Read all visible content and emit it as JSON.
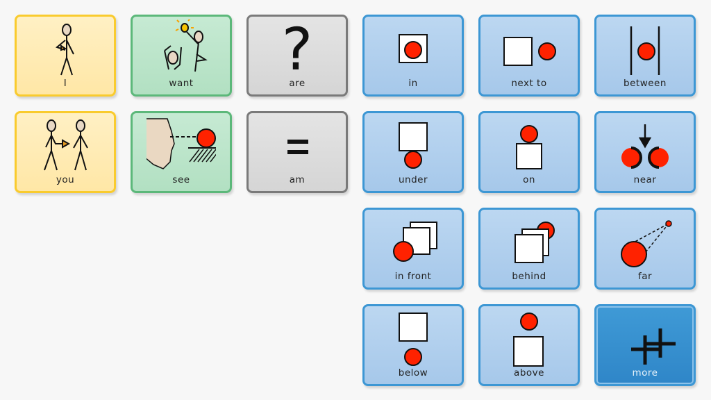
{
  "board": {
    "tiles": [
      {
        "label": "I",
        "category": "pronoun",
        "icon": "person-pointing-self-icon"
      },
      {
        "label": "want",
        "category": "verb",
        "icon": "want-icon"
      },
      {
        "label": "are",
        "category": "other",
        "icon": "question-mark-icon"
      },
      {
        "label": "in",
        "category": "preposition",
        "icon": "in-icon"
      },
      {
        "label": "next to",
        "category": "preposition",
        "icon": "next-to-icon"
      },
      {
        "label": "between",
        "category": "preposition",
        "icon": "between-icon"
      },
      {
        "label": "you",
        "category": "pronoun",
        "icon": "person-pointing-other-icon"
      },
      {
        "label": "see",
        "category": "verb",
        "icon": "see-icon"
      },
      {
        "label": "am",
        "category": "other",
        "icon": "equals-icon"
      },
      {
        "label": "under",
        "category": "preposition",
        "icon": "under-icon"
      },
      {
        "label": "on",
        "category": "preposition",
        "icon": "on-icon"
      },
      {
        "label": "near",
        "category": "preposition",
        "icon": "near-icon"
      },
      {
        "label": "in front",
        "category": "preposition",
        "icon": "in-front-icon"
      },
      {
        "label": "behind",
        "category": "preposition",
        "icon": "behind-icon"
      },
      {
        "label": "far",
        "category": "preposition",
        "icon": "far-icon"
      },
      {
        "label": "below",
        "category": "preposition",
        "icon": "below-icon"
      },
      {
        "label": "above",
        "category": "preposition",
        "icon": "above-icon"
      },
      {
        "label": "more",
        "category": "navigation",
        "icon": "more-icon"
      }
    ]
  },
  "colors": {
    "pronoun": "#f9cb2e",
    "verb": "#5cb87a",
    "other": "#7a7a7a",
    "preposition": "#3d97d4",
    "ball": "#ff2200"
  }
}
